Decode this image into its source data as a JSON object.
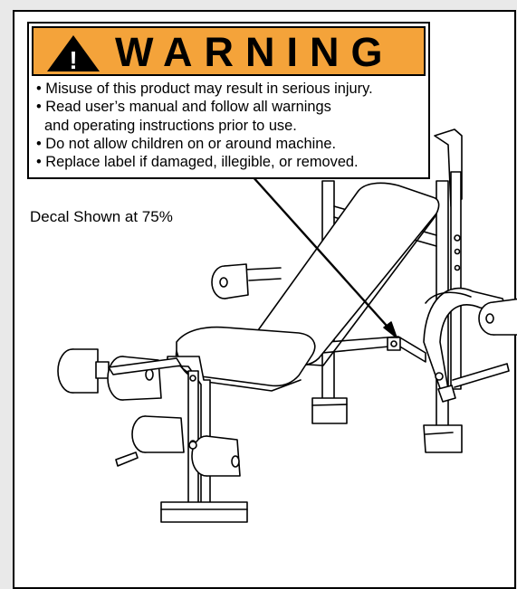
{
  "warning_label": {
    "heading": "WARNING",
    "icon": "exclamation-triangle-icon",
    "band_color": "#f4a33a",
    "lines": [
      "• Misuse of this product may result in serious injury.",
      "• Read user’s manual and follow all warnings",
      "  and operating instructions prior to use.",
      "• Do not allow children on or around machine.",
      "• Replace label if damaged, illegible, or  removed."
    ]
  },
  "caption": "Decal Shown at 75%",
  "triangle_mark": "!"
}
